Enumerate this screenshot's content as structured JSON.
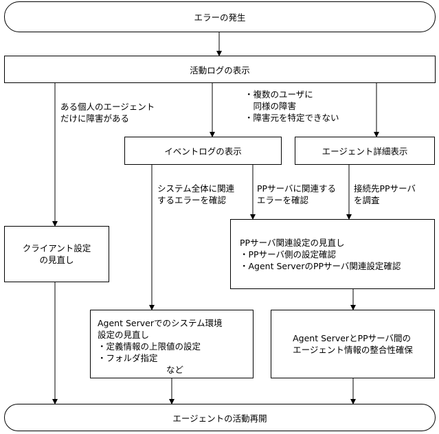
{
  "start": "エラーの発生",
  "activity_log": "活動ログの表示",
  "event_log": "イベントログの表示",
  "agent_detail": "エージェント詳細表示",
  "client_review": [
    "クライアント設定",
    "の見直し"
  ],
  "pp_review": {
    "title": "PPサーバ関連設定の見直し",
    "items": [
      "・PPサーバ側の設定確認",
      "・Agent ServerのPPサーバ関連設定確認"
    ]
  },
  "system_review": {
    "title": [
      "Agent Serverでのシステム環境",
      "設定の見直し"
    ],
    "items": [
      "・定義情報の上限値の設定",
      "・フォルダ指定"
    ],
    "footer": "など"
  },
  "consistency": [
    "Agent ServerとPPサーバ間の",
    "エージェント情報の整合性確保"
  ],
  "end": "エージェントの活動再開",
  "labels": {
    "individual": [
      "ある個人のエージェント",
      "だけに障害がある"
    ],
    "multiple": [
      "・複数のユーザに",
      "　同様の障害",
      "・障害元を特定できない"
    ],
    "system_wide": [
      "システム全体に関連",
      "するエラーを確認"
    ],
    "pp_related": [
      "PPサーバに関連する",
      "エラーを確認"
    ],
    "dest_pp": [
      "接続先PPサーバ",
      "を調査"
    ]
  }
}
